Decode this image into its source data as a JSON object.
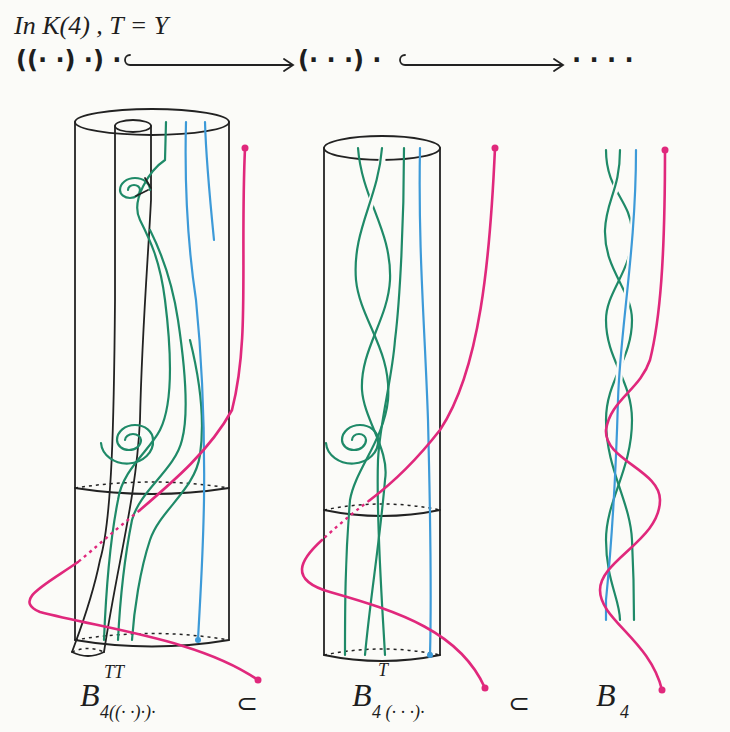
{
  "diagram": {
    "title": "In K(4) , T = Y",
    "labels": [
      "((· ·) ·) ·",
      "(· · ·) ·",
      "· · · ·",
      "B",
      "TT",
      "4((· ·)·)·",
      "⊂",
      "B",
      "T",
      "4 (· · ·)·",
      "⊂",
      "B",
      "4"
    ]
  }
}
